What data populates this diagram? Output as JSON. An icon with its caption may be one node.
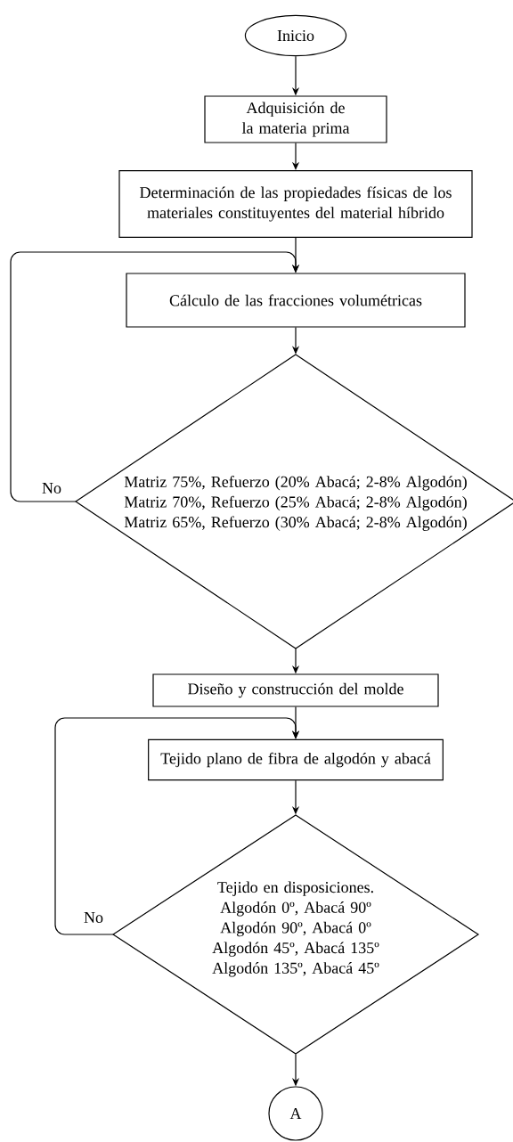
{
  "diagram": {
    "nodes": [
      {
        "text": [
          "Inicio"
        ]
      },
      {
        "text": [
          "Adquisición de la materia prima"
        ]
      },
      {
        "text": [
          "Determinación de las propiedades físicas de los materiales constituyentes del material híbrido"
        ]
      },
      {
        "text": [
          "Cálculo de las fracciones volumétricas"
        ]
      },
      {
        "text": [
          "Matriz 75%, Refuerzo (20% Abacá; 2-8% Algodón) Matriz 70%, Refuerzo (25% Abacá; 2-8% Algodón) Matriz 65%, Refuerzo (30% Abacá; 2-8% Algodón)"
        ]
      },
      {
        "text": [
          "Diseño y construcción del molde"
        ]
      },
      {
        "text": [
          "Tejido plano de fibra de algodón y abacá"
        ]
      },
      {
        "text": [
          "Tejido en disposiciones. Algodón 0º, Abacá 90º Algodón 90º, Abacá 0º Algodón 45º, Abacá 135º Algodón 135º, Abacá 45º"
        ]
      },
      {
        "text": [
          "A"
        ]
      }
    ],
    "edges": [
      {
        "from": 0,
        "to": 1,
        "arrow": "to"
      },
      {
        "from": 1,
        "to": 2,
        "arrow": "to"
      },
      {
        "from": 2,
        "to": 3,
        "arrow": "to"
      },
      {
        "from": 3,
        "to": 4,
        "arrow": "to"
      },
      {
        "from": 4,
        "to": 3,
        "arrow": "to",
        "label": "No"
      },
      {
        "from": 4,
        "to": 5,
        "arrow": "to"
      },
      {
        "from": 5,
        "to": 6,
        "arrow": "to"
      },
      {
        "from": 6,
        "to": 7,
        "arrow": "to"
      },
      {
        "from": 7,
        "to": 6,
        "arrow": "to",
        "label": "No"
      },
      {
        "from": 7,
        "to": 8,
        "arrow": "to"
      }
    ]
  }
}
